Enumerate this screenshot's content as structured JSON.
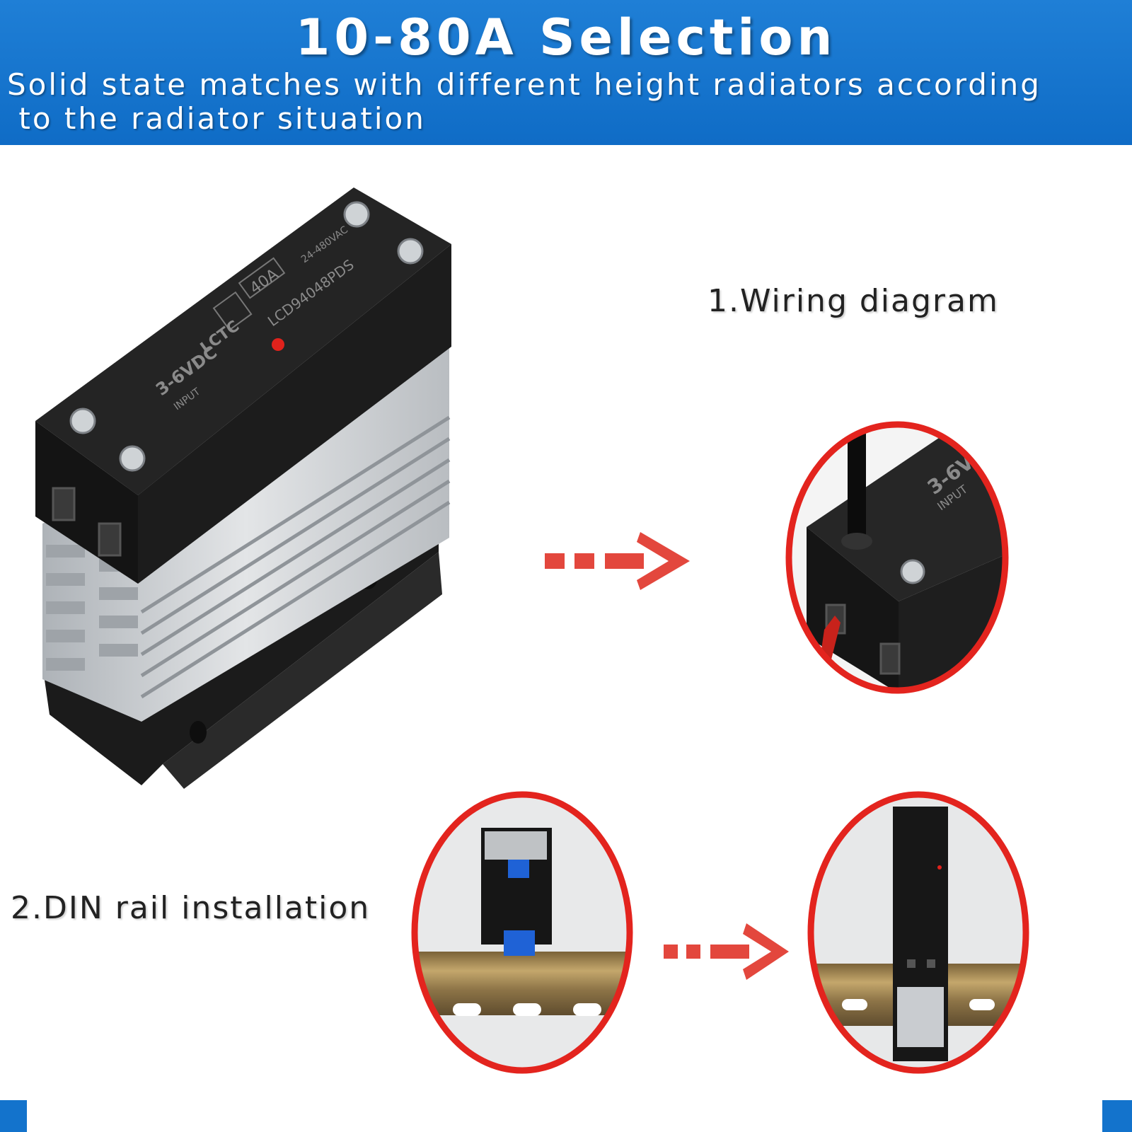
{
  "header": {
    "title": "10-80A Selection",
    "subtitle_line1": "Solid state matches with different height radiators according",
    "subtitle_line2": " to the radiator situation"
  },
  "labels": {
    "wiring": "1.Wiring diagram",
    "din": "2.DIN rail installation"
  },
  "product": {
    "rating": "40A",
    "model": "LCD94048PDS",
    "brand": "LCTC",
    "voltage": "3-6VDC",
    "input": "INPUT",
    "output": "24-480VAC"
  },
  "colors": {
    "banner": "#1373cc",
    "circle": "#e3241e",
    "arrow": "#e3473d",
    "relay_body": "#1e1e1e",
    "heatsink": "#cfd2d6"
  }
}
